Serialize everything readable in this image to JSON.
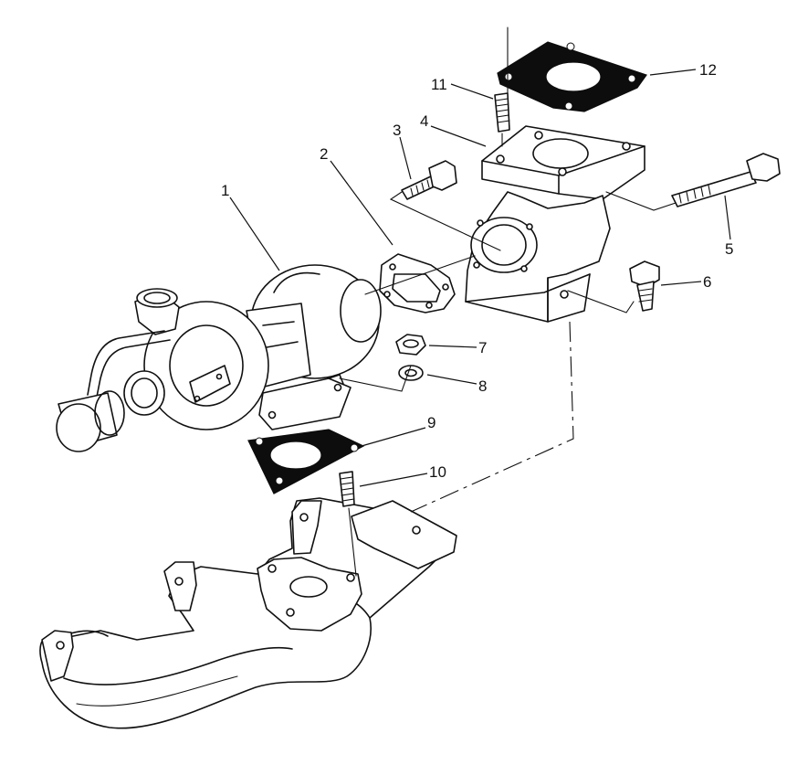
{
  "callouts": [
    {
      "id": "1",
      "text": "1"
    },
    {
      "id": "2",
      "text": "2"
    },
    {
      "id": "3",
      "text": "3"
    },
    {
      "id": "4",
      "text": "4"
    },
    {
      "id": "5",
      "text": "5"
    },
    {
      "id": "6",
      "text": "6"
    },
    {
      "id": "7",
      "text": "7"
    },
    {
      "id": "8",
      "text": "8"
    },
    {
      "id": "9",
      "text": "9"
    },
    {
      "id": "10",
      "text": "10"
    },
    {
      "id": "11",
      "text": "11"
    },
    {
      "id": "12",
      "text": "12"
    }
  ],
  "colors": {
    "line": "#111111",
    "gasket_fill": "#0d0d0d",
    "background": "#ffffff"
  }
}
